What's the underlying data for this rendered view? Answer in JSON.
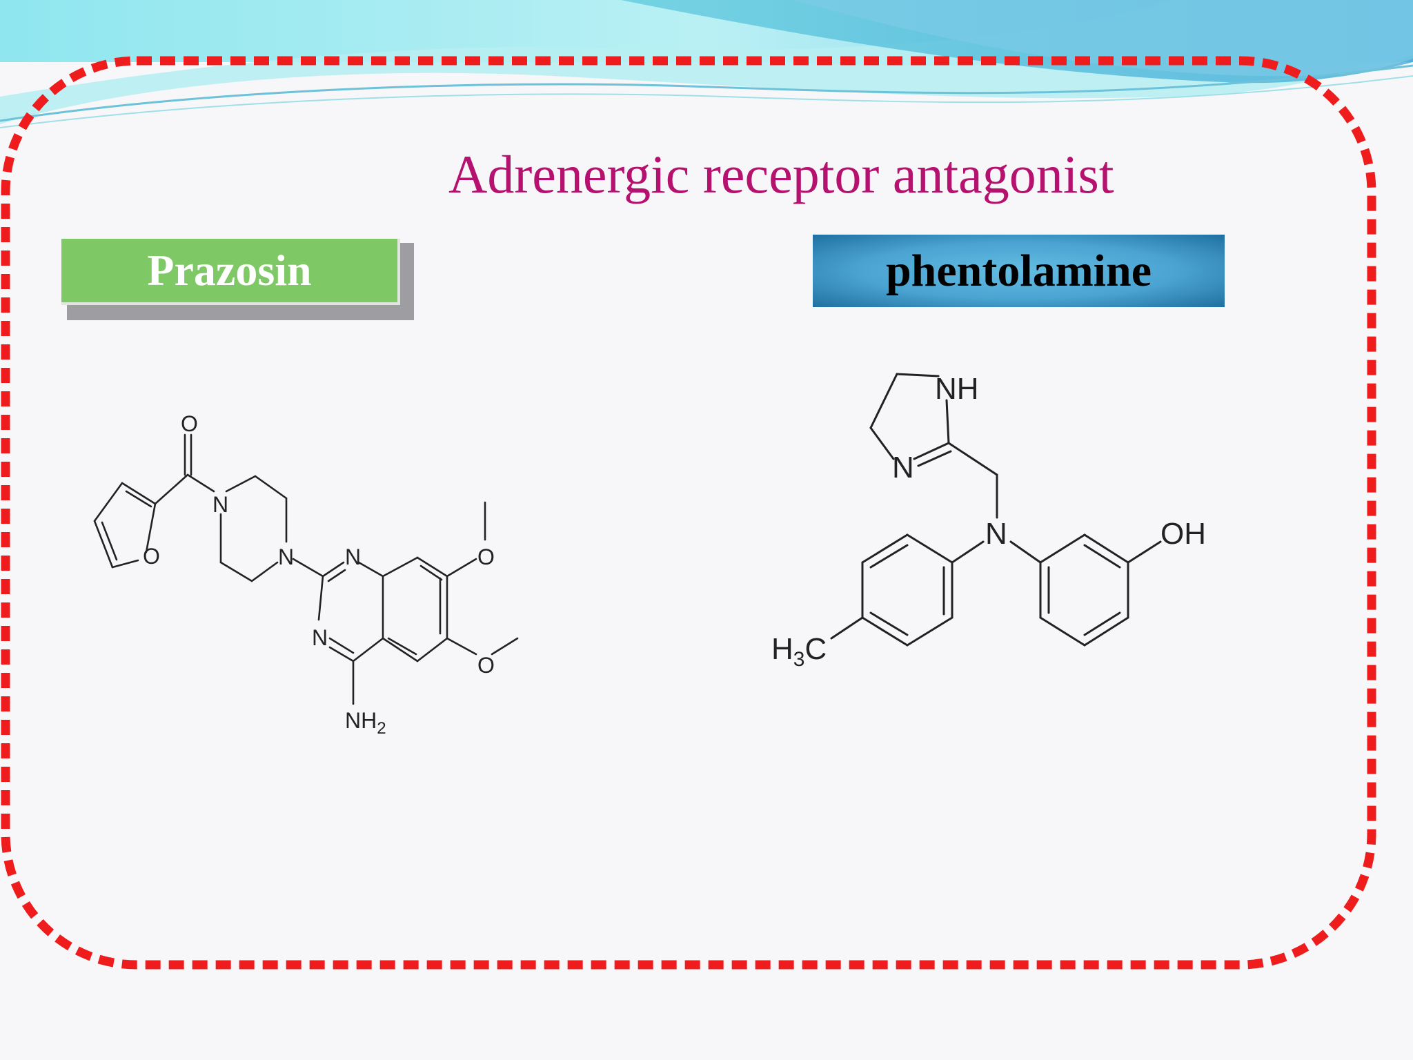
{
  "slide": {
    "title": "Adrenergic receptor antagonist",
    "title_color": "#b5126f",
    "frame_color": "#ee1c1c"
  },
  "labels": {
    "prazosin": "Prazosin",
    "phentolamine": "phentolamine"
  },
  "prazosin_structure": {
    "atoms": {
      "carbonyl_o": "O",
      "furan_o": "O",
      "pip_n1": "N",
      "pip_n2": "N",
      "quin_n1": "N",
      "quin_n3": "N",
      "methoxy_o1": "O",
      "methoxy_o2": "O",
      "amine": "NH",
      "amine_sub": "2"
    }
  },
  "phentolamine_structure": {
    "atoms": {
      "imid_nh": "NH",
      "imid_n": "N",
      "central_n": "N",
      "hydroxyl": "OH",
      "methyl_h": "H",
      "methyl_sub": "3",
      "methyl_c": "C"
    }
  }
}
